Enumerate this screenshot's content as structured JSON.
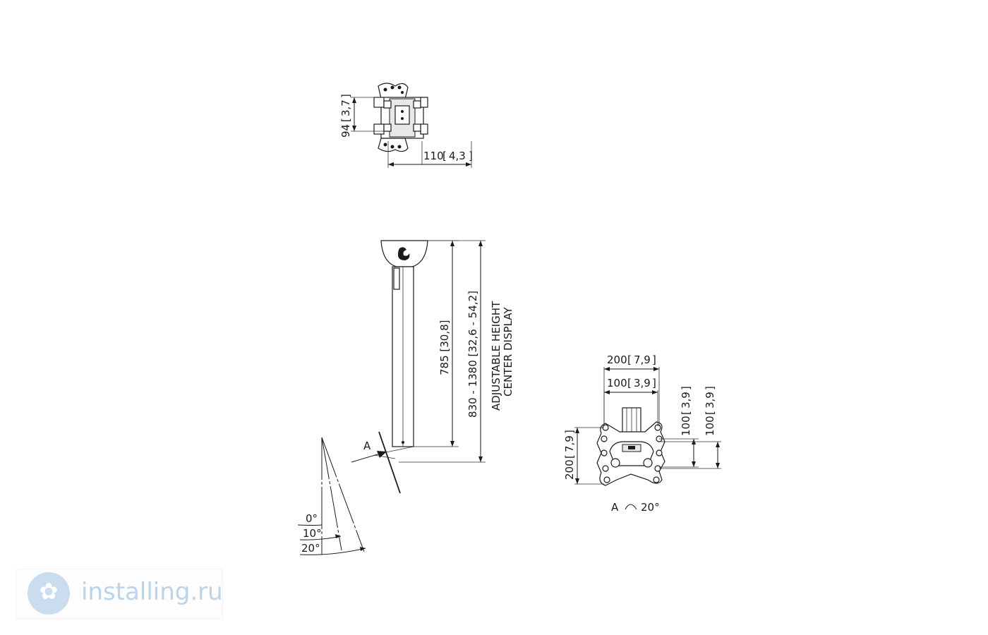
{
  "top_view": {
    "dim_height": "94",
    "dim_height_in": "3,7",
    "dim_width": "110",
    "dim_width_in": "4,3"
  },
  "side_view": {
    "dim_center": "785 [30,8]",
    "dim_range": "830 - 1380 [32,6 - 54,2]",
    "note_line1": "ADJUSTABLE HEIGHT",
    "note_line2": "CENTER DISPLAY",
    "arrow_label": "A",
    "tilt_0": "0°",
    "tilt_10": "10°",
    "tilt_20": "20°"
  },
  "plate_view": {
    "dim_outer_w": "200",
    "dim_outer_w_in": "7,9",
    "dim_inner_w": "100",
    "dim_inner_w_in": "3,9",
    "dim_outer_h": "200",
    "dim_outer_h_in": "7,9",
    "dim_inner_h": "100",
    "dim_inner_h_in": "3,9",
    "dim_inner_h2": "100",
    "dim_inner_h2_in": "3,9",
    "caption_a": "A",
    "caption_angle": "20°"
  },
  "watermark": {
    "text": "installing.ru",
    "icon": "installing-logo-icon"
  }
}
